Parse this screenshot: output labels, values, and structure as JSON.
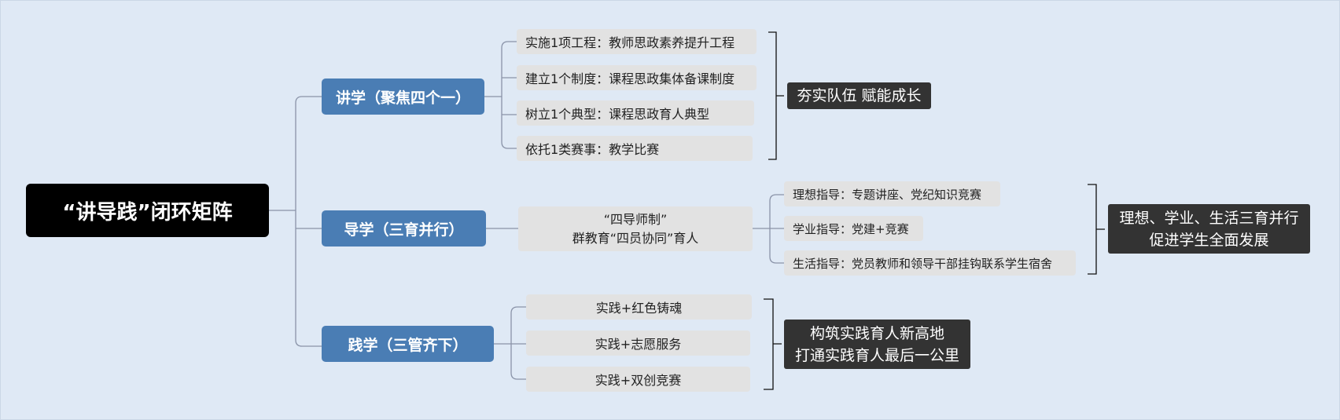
{
  "diagram": {
    "root": {
      "label": "“讲导践”闭环矩阵"
    },
    "branches": [
      {
        "label": "讲学（聚焦四个一）",
        "items": [
          "实施1项工程：教师思政素养提升工程",
          "建立1个制度：课程思政集体备课制度",
          "树立1个典型：课程思政育人典型",
          "依托1类赛事：教学比赛"
        ],
        "summary": "夯实队伍 赋能成长"
      },
      {
        "label": "导学（三育并行）",
        "middle": "“四导师制”\n群教育“四员协同”育人",
        "items": [
          "理想指导：专题讲座、党纪知识竞赛",
          "学业指导：党建+竞赛",
          "生活指导：党员教师和领导干部挂钩联系学生宿舍"
        ],
        "summary": "理想、学业、生活三育并行\n促进学生全面发展"
      },
      {
        "label": "践学（三管齐下）",
        "items": [
          "实践+红色铸魂",
          "实践+志愿服务",
          "实践+双创竞赛"
        ],
        "summary": "构筑实践育人新高地\n打通实践育人最后一公里"
      }
    ],
    "colors": {
      "background": "#dfe9f5",
      "root": "#000000",
      "branch": "#4a7db4",
      "leaf": "#e2e2e2",
      "summary": "#333333",
      "line": "#8a93a8"
    }
  }
}
